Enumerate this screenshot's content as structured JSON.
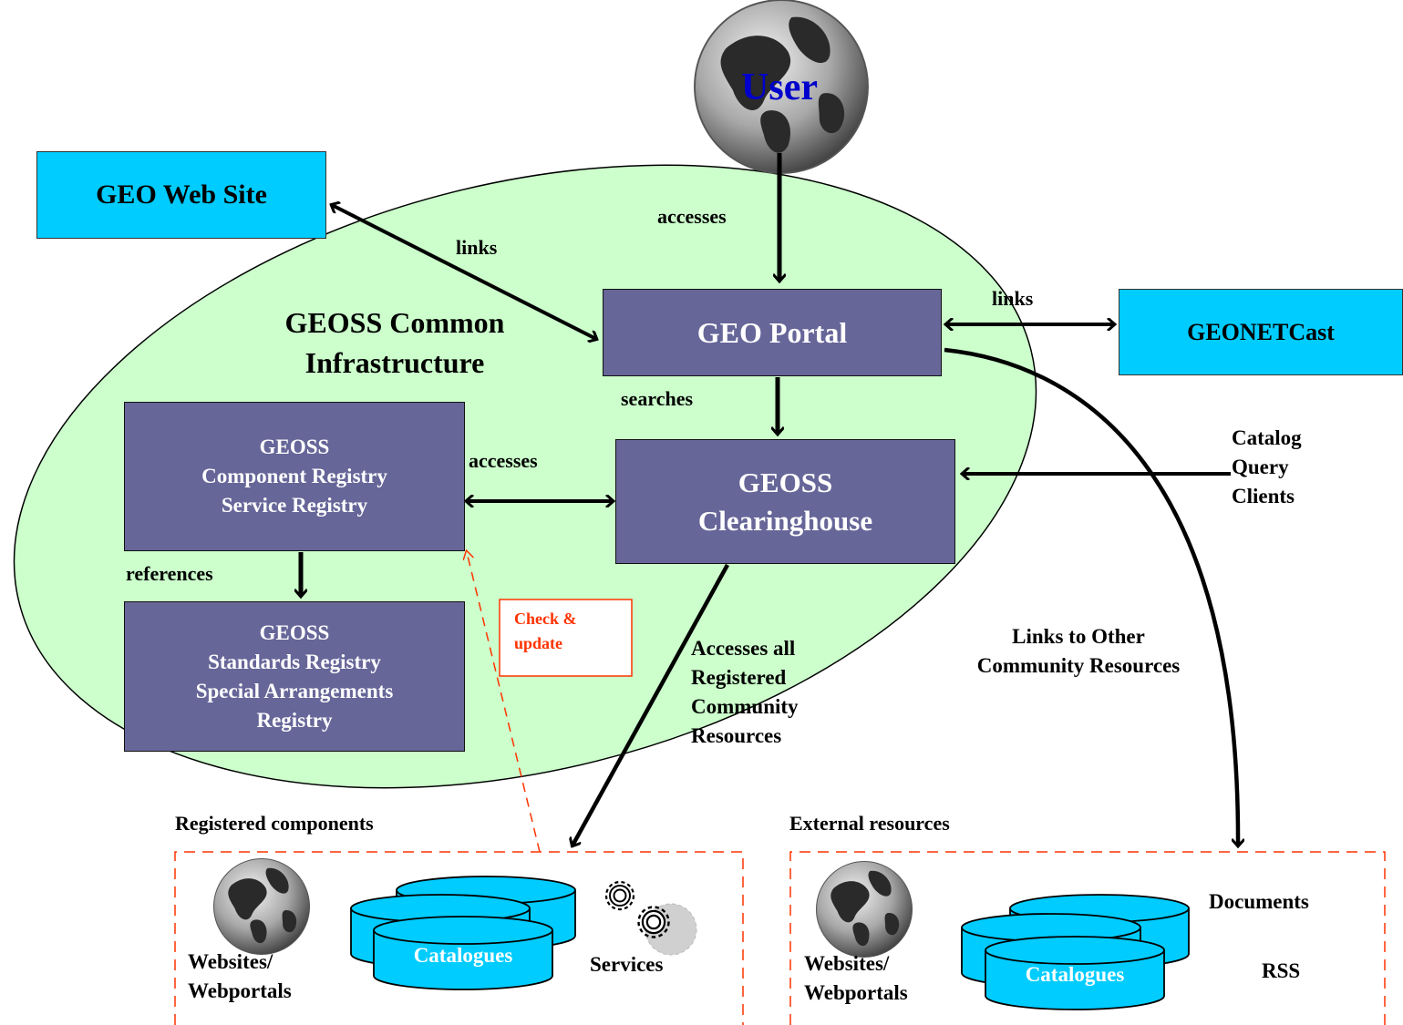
{
  "user": {
    "label": "User"
  },
  "boxes": {
    "geo_web_site": "GEO Web Site",
    "geo_portal": "GEO Portal",
    "geonetcast": "GEONETCast",
    "component_registry": [
      "GEOSS",
      "Component Registry",
      "Service Registry"
    ],
    "standards_registry": [
      "GEOSS",
      "Standards Registry",
      "Special Arrangements",
      "Registry"
    ],
    "clearinghouse": [
      "GEOSS",
      "Clearinghouse"
    ]
  },
  "infrastructure_title": [
    "GEOSS Common",
    "Infrastructure"
  ],
  "edges": {
    "accesses_top": "accesses",
    "links_web": "links",
    "links_geonetcast": "links",
    "searches": "searches",
    "accesses_registry": "accesses",
    "references": "references",
    "catalog_clients": [
      "Catalog",
      "Query",
      "Clients"
    ],
    "accesses_all": [
      "Accesses all",
      "Registered",
      "Community",
      "Resources"
    ],
    "links_other": [
      "Links to Other",
      "Community Resources"
    ],
    "check_update": [
      "Check &",
      "update"
    ]
  },
  "groups": {
    "registered": {
      "title": "Registered components",
      "websites": [
        "Websites/",
        "Webportals"
      ],
      "catalogues": "Catalogues",
      "services": "Services"
    },
    "external": {
      "title": "External resources",
      "websites": [
        "Websites/",
        "Webportals"
      ],
      "catalogues": "Catalogues",
      "documents": "Documents",
      "rss": "RSS"
    }
  },
  "colors": {
    "cyan": "#00ccff",
    "purple": "#666699",
    "ellipse": "#ccffcc",
    "orange": "#ff3300",
    "user_text": "#0000cc"
  }
}
